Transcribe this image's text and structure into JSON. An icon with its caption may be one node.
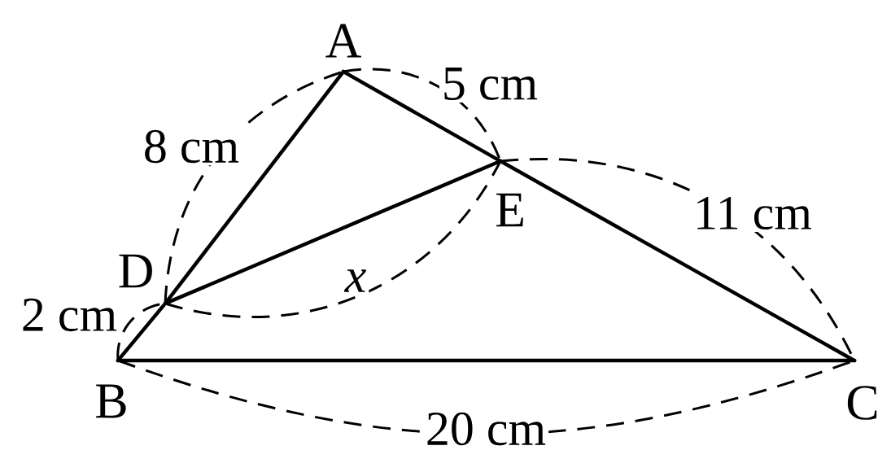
{
  "diagram": {
    "nodes": [
      {
        "text": [],
        "shape": "point",
        "beside": [
          "A"
        ]
      },
      {
        "text": [],
        "shape": "point",
        "beside": [
          "B"
        ]
      },
      {
        "text": [],
        "shape": "point",
        "beside": [
          "C"
        ]
      },
      {
        "text": [],
        "shape": "point",
        "beside": [
          "D"
        ]
      },
      {
        "text": [],
        "shape": "point",
        "beside": [
          "E"
        ]
      }
    ],
    "edges": [
      {
        "from": 0,
        "to": 3,
        "arrow": "none"
      },
      {
        "from": 3,
        "to": 1,
        "arrow": "none"
      },
      {
        "from": 0,
        "to": 4,
        "arrow": "none"
      },
      {
        "from": 4,
        "to": 2,
        "arrow": "none"
      },
      {
        "from": 1,
        "to": 2,
        "arrow": "none"
      },
      {
        "from": 3,
        "to": 4,
        "arrow": "none"
      }
    ],
    "labels": [
      "8 cm",
      "5 cm",
      "11 cm",
      "2 cm",
      "20 cm",
      "x"
    ]
  }
}
